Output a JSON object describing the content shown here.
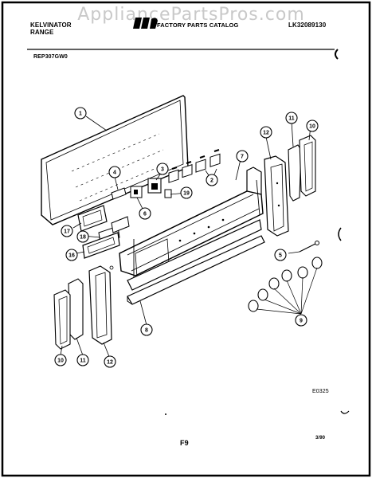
{
  "watermark": "AppliancePartsPros.com",
  "header": {
    "brand": "KELVINATOR",
    "product": "RANGE",
    "catalog_title": "FACTORY PARTS CATALOG",
    "catalog_number": "LK32089130",
    "model": "REP307GW0"
  },
  "callouts": [
    "1",
    "2",
    "3",
    "4",
    "5",
    "6",
    "7",
    "8",
    "9",
    "10",
    "10",
    "11",
    "11",
    "12",
    "12",
    "16",
    "17",
    "18",
    "19"
  ],
  "diagram_code": "E0325",
  "page_label": "F9",
  "date": "3/90"
}
